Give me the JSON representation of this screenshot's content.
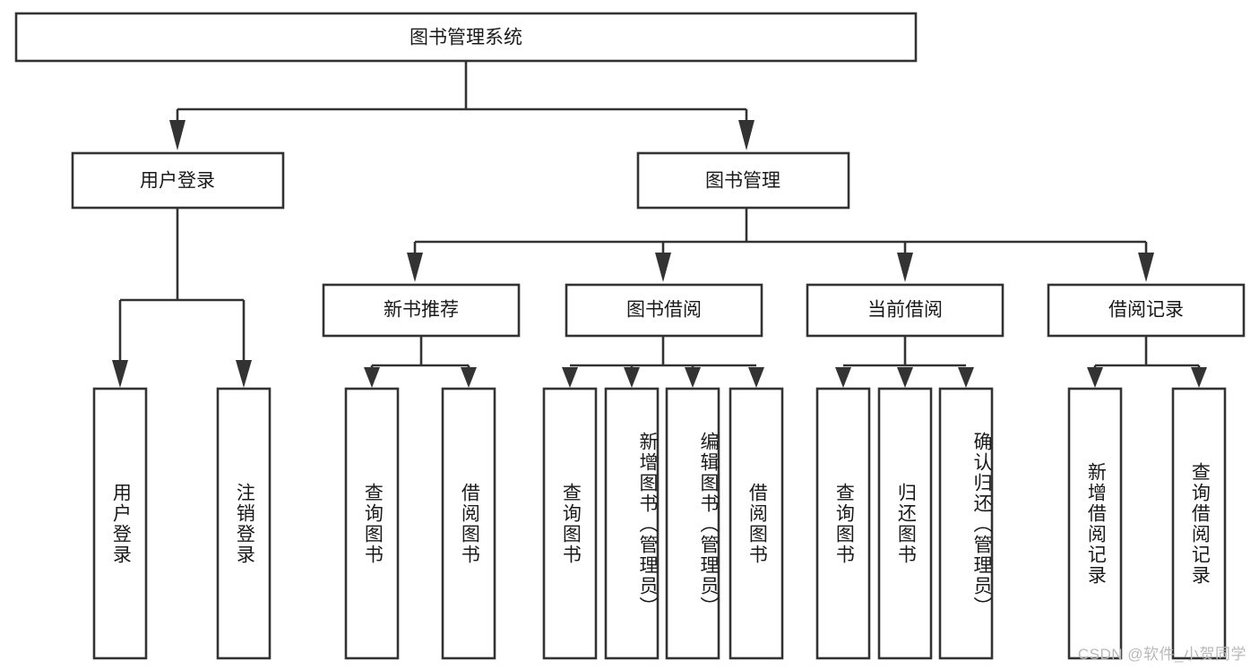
{
  "diagram": {
    "title": "图书管理系统",
    "type": "tree-hierarchy",
    "watermark": "CSDN @软件_小贺同学",
    "colors": {
      "stroke": "#333333",
      "box_fill": "#ffffff",
      "text": "#1a1a1a",
      "background": "#ffffff",
      "watermark": "#b9b9b9"
    },
    "levels": {
      "root": "图书管理系统",
      "level2": [
        "用户登录",
        "图书管理"
      ],
      "level3": [
        "新书推荐",
        "图书借阅",
        "当前借阅",
        "借阅记录"
      ]
    }
  },
  "nodes": {
    "root": {
      "label": "图书管理系统",
      "orientation": "horizontal"
    },
    "user_login": {
      "label": "用户登录",
      "orientation": "horizontal"
    },
    "book_manage": {
      "label": "图书管理",
      "orientation": "horizontal"
    },
    "new_book_rec": {
      "label": "新书推荐",
      "orientation": "horizontal"
    },
    "book_borrow": {
      "label": "图书借阅",
      "orientation": "horizontal"
    },
    "current_borrow": {
      "label": "当前借阅",
      "orientation": "horizontal"
    },
    "borrow_record": {
      "label": "借阅记录",
      "orientation": "horizontal"
    },
    "leaf_user_login": {
      "label": "用户登录",
      "orientation": "vertical"
    },
    "leaf_logout": {
      "label": "注销登录",
      "orientation": "vertical"
    },
    "leaf_rec_query": {
      "label": "查询图书",
      "orientation": "vertical"
    },
    "leaf_rec_borrow": {
      "label": "借阅图书",
      "orientation": "vertical"
    },
    "leaf_borrow_query": {
      "label": "查询图书",
      "orientation": "vertical"
    },
    "leaf_add_book": {
      "label": "新增图书（管理员）",
      "orientation": "vertical"
    },
    "leaf_edit_book": {
      "label": "编辑图书（管理员）",
      "orientation": "vertical"
    },
    "leaf_borrow_book": {
      "label": "借阅图书",
      "orientation": "vertical"
    },
    "leaf_cur_query": {
      "label": "查询图书",
      "orientation": "vertical"
    },
    "leaf_return_book": {
      "label": "归还图书",
      "orientation": "vertical"
    },
    "leaf_confirm_return": {
      "label": "确认归还（管理员）",
      "orientation": "vertical"
    },
    "leaf_add_record": {
      "label": "新增借阅记录",
      "orientation": "vertical"
    },
    "leaf_query_record": {
      "label": "查询借阅记录",
      "orientation": "vertical"
    }
  },
  "edges": [
    {
      "from": "root",
      "to": "user_login"
    },
    {
      "from": "root",
      "to": "book_manage"
    },
    {
      "from": "user_login",
      "to": "leaf_user_login"
    },
    {
      "from": "user_login",
      "to": "leaf_logout"
    },
    {
      "from": "book_manage",
      "to": "new_book_rec"
    },
    {
      "from": "book_manage",
      "to": "book_borrow"
    },
    {
      "from": "book_manage",
      "to": "current_borrow"
    },
    {
      "from": "book_manage",
      "to": "borrow_record"
    },
    {
      "from": "new_book_rec",
      "to": "leaf_rec_query"
    },
    {
      "from": "new_book_rec",
      "to": "leaf_rec_borrow"
    },
    {
      "from": "book_borrow",
      "to": "leaf_borrow_query"
    },
    {
      "from": "book_borrow",
      "to": "leaf_add_book"
    },
    {
      "from": "book_borrow",
      "to": "leaf_edit_book"
    },
    {
      "from": "book_borrow",
      "to": "leaf_borrow_book"
    },
    {
      "from": "current_borrow",
      "to": "leaf_cur_query"
    },
    {
      "from": "current_borrow",
      "to": "leaf_return_book"
    },
    {
      "from": "current_borrow",
      "to": "leaf_confirm_return"
    },
    {
      "from": "borrow_record",
      "to": "leaf_add_record"
    },
    {
      "from": "borrow_record",
      "to": "leaf_query_record"
    }
  ]
}
